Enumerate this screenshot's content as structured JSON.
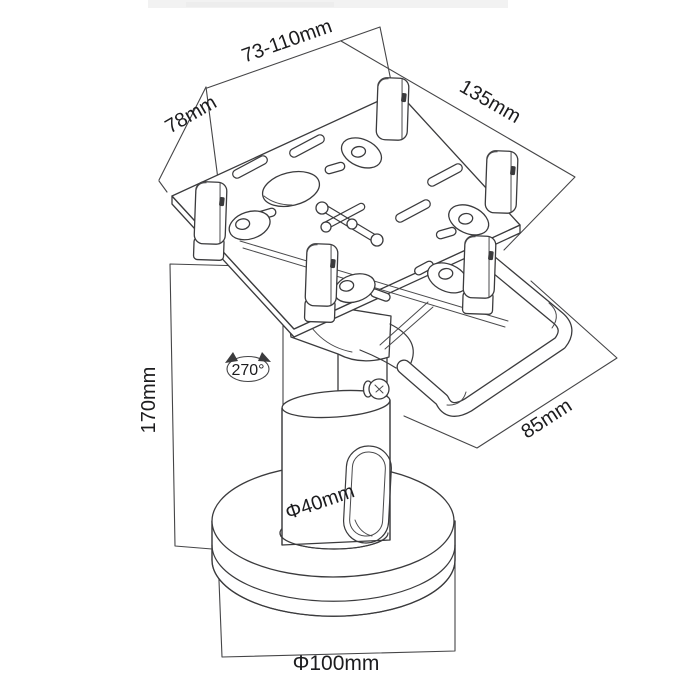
{
  "drawing": {
    "dimensions": {
      "clamp_range": "73-110mm",
      "plate_side": "78mm",
      "plate_front": "135mm",
      "column_height": "170mm",
      "swivel_angle": "270°",
      "handle_depth": "85mm",
      "column_diameter": "Φ40mm",
      "base_diameter": "Φ100mm"
    },
    "colors": {
      "line": "#3b3b3d",
      "label": "#1c1c1e",
      "background": "#ffffff"
    }
  }
}
